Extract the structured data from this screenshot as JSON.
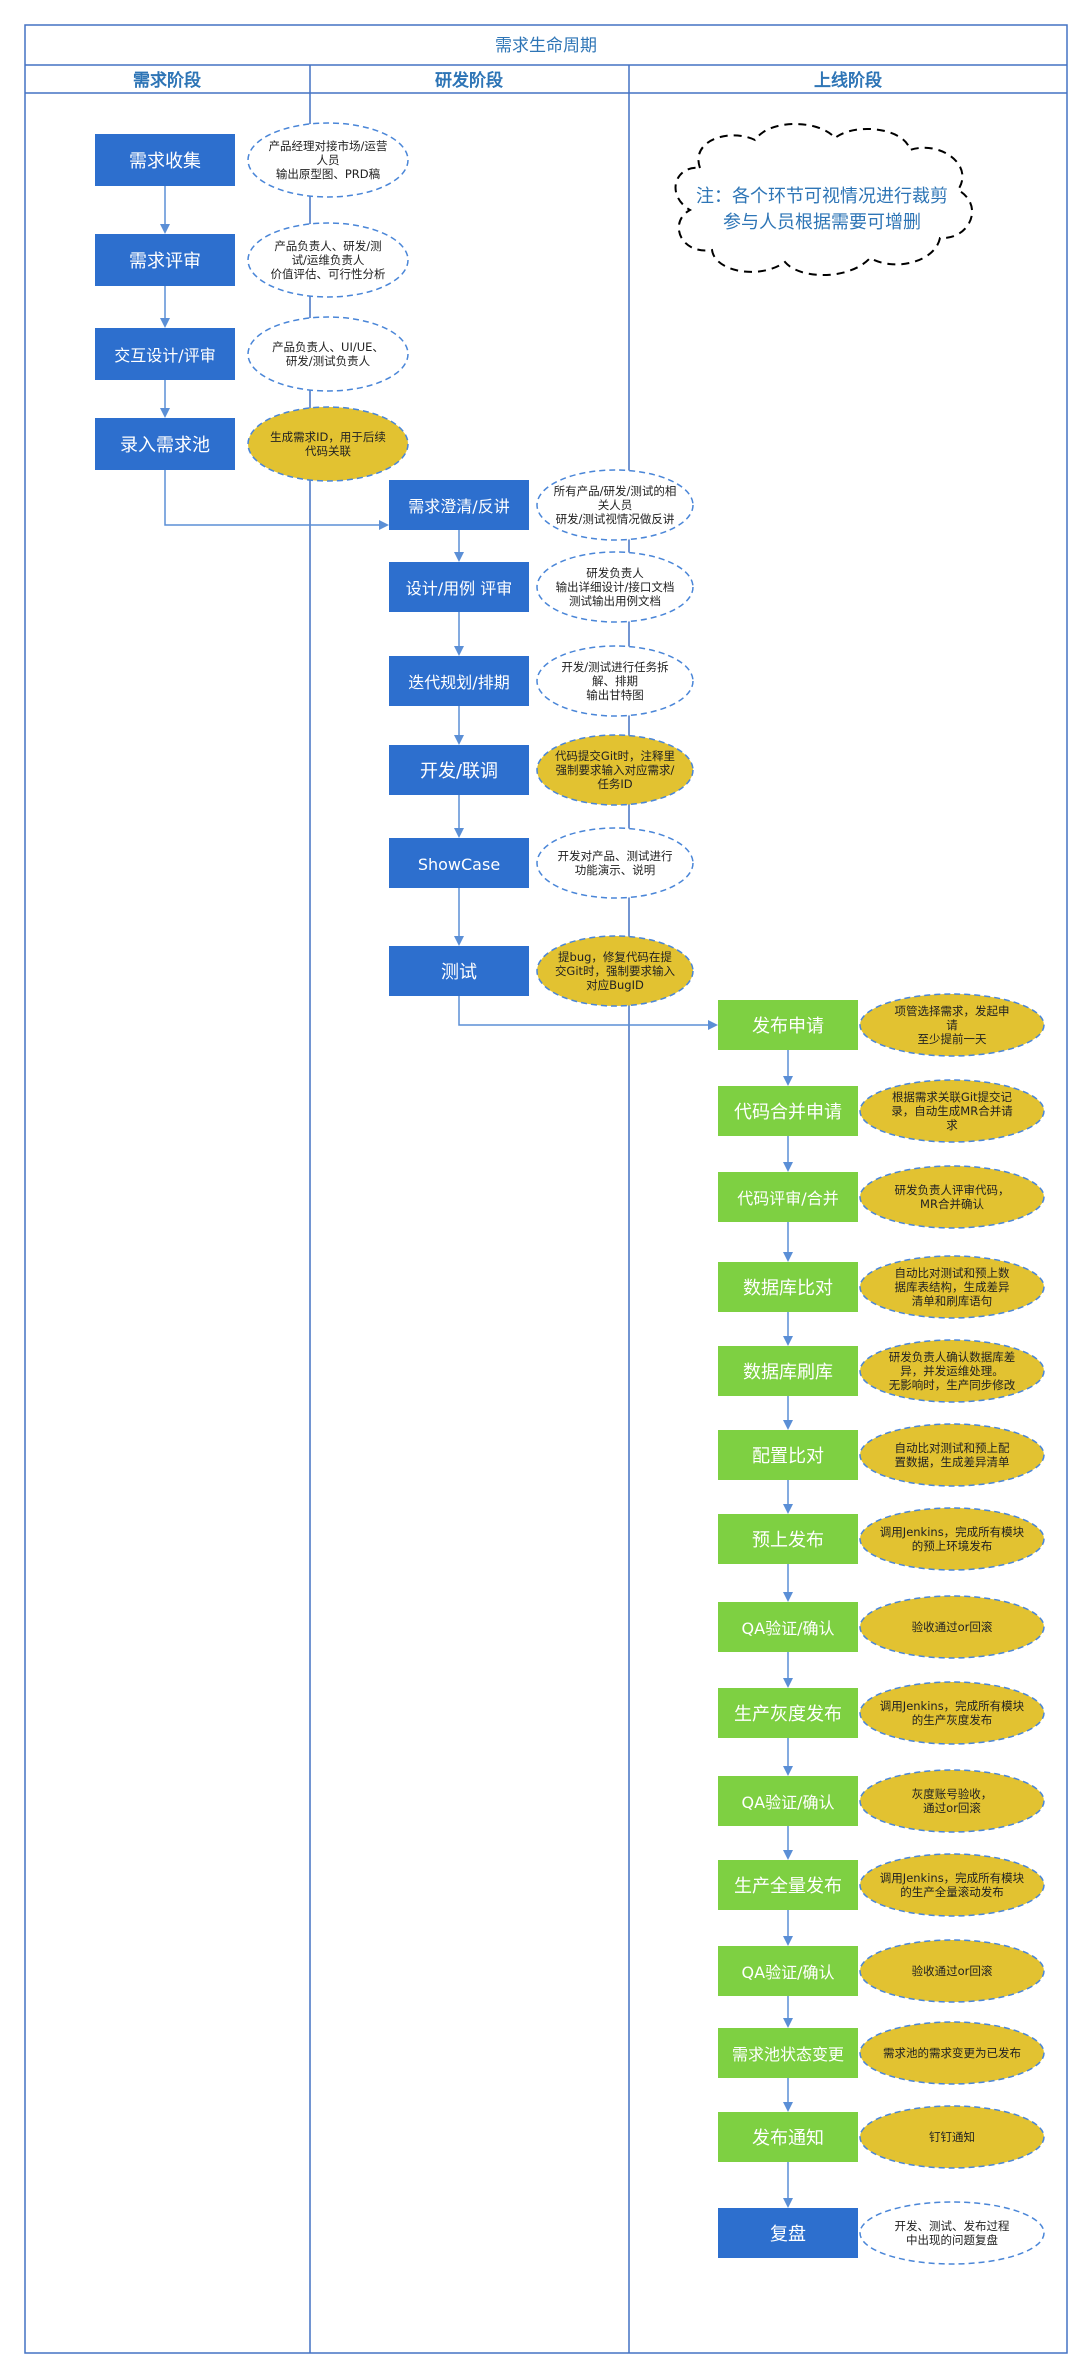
{
  "title": "需求生命周期",
  "lanes": [
    "需求阶段",
    "研发阶段",
    "上线阶段"
  ],
  "note": [
    "注：各个环节可视情况进行裁剪",
    "参与人员根据需要可增删"
  ],
  "colors": {
    "border": "#4472c4",
    "title_text": "#2e75b6",
    "lane_text": "#2e75b6",
    "blue_box": "#2d6fce",
    "green_box": "#7ed042",
    "yellow_ellipse": "#e2c231",
    "dashed_ellipse": "#4a86d8",
    "arrow": "#5b8fd6"
  },
  "stage1": [
    {
      "label": "需求收集",
      "note": [
        "产品经理对接市场/运营",
        "人员",
        "输出原型图、PRD稿"
      ],
      "note_fill": "white"
    },
    {
      "label": "需求评审",
      "note": [
        "产品负责人、研发/测",
        "试/运维负责人",
        "价值评估、可行性分析"
      ],
      "note_fill": "white"
    },
    {
      "label": "交互设计/评审",
      "note": [
        "产品负责人、UI/UE、",
        "研发/测试负责人"
      ],
      "note_fill": "white"
    },
    {
      "label": "录入需求池",
      "note": [
        "生成需求ID，用于后续",
        "代码关联"
      ],
      "note_fill": "yellow"
    }
  ],
  "stage2": [
    {
      "label": "需求澄清/反讲",
      "note": [
        "所有产品/研发/测试的相",
        "关人员",
        "研发/测试视情况做反讲"
      ],
      "note_fill": "white"
    },
    {
      "label": "设计/用例 评审",
      "note": [
        "研发负责人",
        "输出详细设计/接口文档",
        "测试输出用例文档"
      ],
      "note_fill": "white"
    },
    {
      "label": "迭代规划/排期",
      "note": [
        "开发/测试进行任务拆",
        "解、排期",
        "输出甘特图"
      ],
      "note_fill": "white"
    },
    {
      "label": "开发/联调",
      "note": [
        "代码提交Git时，注释里",
        "强制要求输入对应需求/",
        "任务ID"
      ],
      "note_fill": "yellow"
    },
    {
      "label": "ShowCase",
      "note": [
        "开发对产品、测试进行",
        "功能演示、说明"
      ],
      "note_fill": "white"
    },
    {
      "label": "测试",
      "note": [
        "提bug，修复代码在提",
        "交Git时，强制要求输入",
        "对应BugID"
      ],
      "note_fill": "yellow"
    }
  ],
  "stage3": [
    {
      "label": "发布申请",
      "note": [
        "项管选择需求，发起申",
        "请",
        "至少提前一天"
      ],
      "note_fill": "yellow",
      "box": "green"
    },
    {
      "label": "代码合并申请",
      "note": [
        "根据需求关联Git提交记",
        "录，自动生成MR合并请",
        "求"
      ],
      "note_fill": "yellow",
      "box": "green"
    },
    {
      "label": "代码评审/合并",
      "note": [
        "研发负责人评审代码，",
        "MR合并确认"
      ],
      "note_fill": "yellow",
      "box": "green"
    },
    {
      "label": "数据库比对",
      "note": [
        "自动比对测试和预上数",
        "据库表结构，生成差异",
        "清单和刷库语句"
      ],
      "note_fill": "yellow",
      "box": "green"
    },
    {
      "label": "数据库刷库",
      "note": [
        "研发负责人确认数据库差",
        "异，并发运维处理。",
        "无影响时，生产同步修改"
      ],
      "note_fill": "yellow",
      "box": "green"
    },
    {
      "label": "配置比对",
      "note": [
        "自动比对测试和预上配",
        "置数据，生成差异清单"
      ],
      "note_fill": "yellow",
      "box": "green"
    },
    {
      "label": "预上发布",
      "note": [
        "调用Jenkins，完成所有模块",
        "的预上环境发布"
      ],
      "note_fill": "yellow",
      "box": "green"
    },
    {
      "label": "QA验证/确认",
      "note": [
        "验收通过or回滚"
      ],
      "note_fill": "yellow",
      "box": "green"
    },
    {
      "label": "生产灰度发布",
      "note": [
        "调用Jenkins，完成所有模块",
        "的生产灰度发布"
      ],
      "note_fill": "yellow",
      "box": "green"
    },
    {
      "label": "QA验证/确认",
      "note": [
        "灰度账号验收，",
        "通过or回滚"
      ],
      "note_fill": "yellow",
      "box": "green"
    },
    {
      "label": "生产全量发布",
      "note": [
        "调用Jenkins，完成所有模块",
        "的生产全量滚动发布"
      ],
      "note_fill": "yellow",
      "box": "green"
    },
    {
      "label": "QA验证/确认",
      "note": [
        "验收通过or回滚"
      ],
      "note_fill": "yellow",
      "box": "green"
    },
    {
      "label": "需求池状态变更",
      "note": [
        "需求池的需求变更为已发布"
      ],
      "note_fill": "yellow",
      "box": "green"
    },
    {
      "label": "发布通知",
      "note": [
        "钉钉通知"
      ],
      "note_fill": "yellow",
      "box": "green"
    },
    {
      "label": "复盘",
      "note": [
        "开发、测试、发布过程",
        "中出现的问题复盘"
      ],
      "note_fill": "white",
      "box": "blue"
    }
  ]
}
